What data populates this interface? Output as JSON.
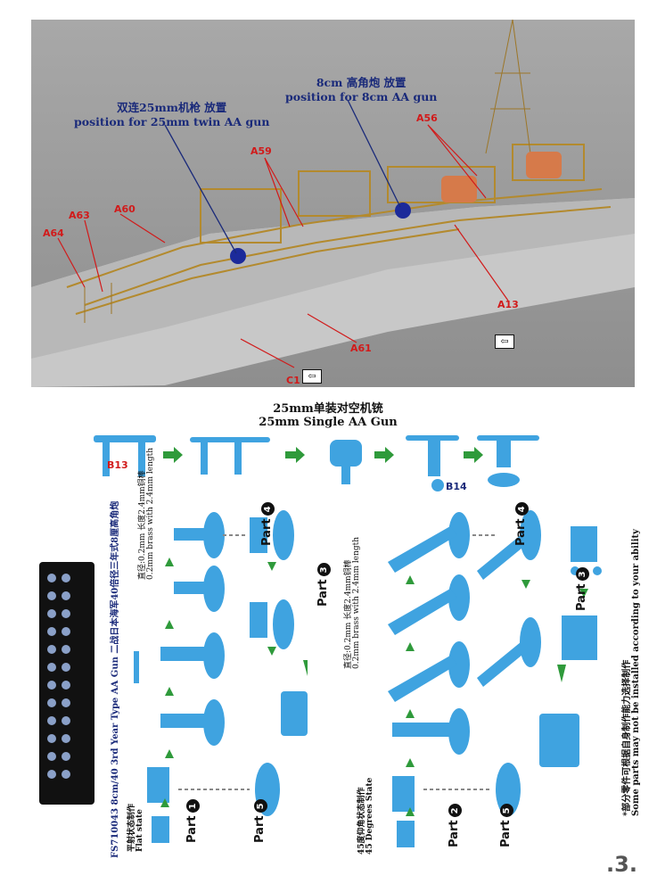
{
  "photo": {
    "twin_gun_cn": "双连25mm机枪 放置",
    "twin_gun_en": "position for 25mm twin AA gun",
    "aa8_cn": "8cm 高角炮 放置",
    "aa8_en": "position for 8cm AA gun",
    "labels": [
      "A64",
      "A63",
      "A60",
      "A59",
      "A56",
      "A13",
      "A61",
      "C1"
    ]
  },
  "single_gun": {
    "title_cn": "25mm单装对空机铳",
    "title_en": "25mm Single AA Gun",
    "part_b13": "B13",
    "part_b14": "B14"
  },
  "fret": {
    "caption": "FS710043  8cm/40 3rd Year Type AA Gun  二战日本海军40倍径三年式8厘高角炮"
  },
  "flat": {
    "state_cn": "平射状态制作",
    "state_en": "Flat state",
    "note_cn": "直径:0.2mm 长度2.4mm铜棒",
    "note_en": "0.2mm brass with 2.4mm length",
    "part_label": "Part"
  },
  "elev": {
    "state_cn": "45度仰角状态制作",
    "state_en": "45 Degrees State",
    "note_cn": "直径:0.2mm 长度2.4mm铜棒",
    "note_en": "0.2mm brass with 2.4mm length",
    "part_label": "Part"
  },
  "parts": {
    "p1": "1",
    "p2": "2",
    "p3": "3",
    "p4": "4",
    "p5": "5"
  },
  "side_note": {
    "cn": "*部分零件可根据自身制作能力选择制作",
    "en": "Some parts may not be installed according to your ability"
  },
  "page_number": ".3."
}
